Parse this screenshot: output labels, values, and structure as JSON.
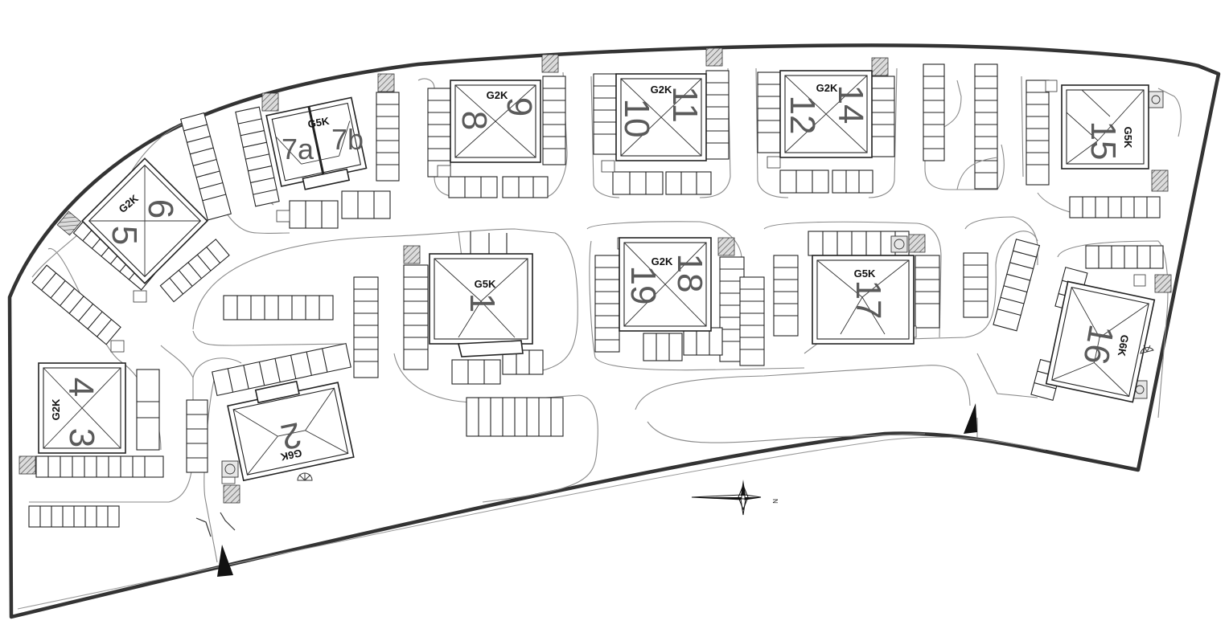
{
  "plots": [
    {
      "id": "p4",
      "numbers": [
        "4",
        "3"
      ],
      "type": "G2K"
    },
    {
      "id": "p6",
      "numbers": [
        "6",
        "5"
      ],
      "type": "G2K"
    },
    {
      "id": "p7",
      "numbers": [
        "7a",
        "7b"
      ],
      "type": "G5K"
    },
    {
      "id": "p9",
      "numbers": [
        "9",
        "8"
      ],
      "type": "G2K"
    },
    {
      "id": "p11",
      "numbers": [
        "11",
        "10"
      ],
      "type": "G2K"
    },
    {
      "id": "p14",
      "numbers": [
        "14",
        "12"
      ],
      "type": "G2K"
    },
    {
      "id": "p15",
      "numbers": [
        "15"
      ],
      "type": "G5K"
    },
    {
      "id": "p2",
      "numbers": [
        "2"
      ],
      "type": "G6K"
    },
    {
      "id": "p1",
      "numbers": [
        "1"
      ],
      "type": "G5K"
    },
    {
      "id": "p18",
      "numbers": [
        "18",
        "19"
      ],
      "type": "G2K"
    },
    {
      "id": "p17",
      "numbers": [
        "17"
      ],
      "type": "G5K"
    },
    {
      "id": "p16",
      "numbers": [
        "16"
      ],
      "type": "G6K"
    }
  ],
  "compass": {
    "north_label": "N",
    "icon": "north-arrow-icon"
  },
  "colors": {
    "boundary": "#333333",
    "lines": "#222222",
    "plot_numbers": "#5a5a5a",
    "roads": "#8a8a8a"
  }
}
